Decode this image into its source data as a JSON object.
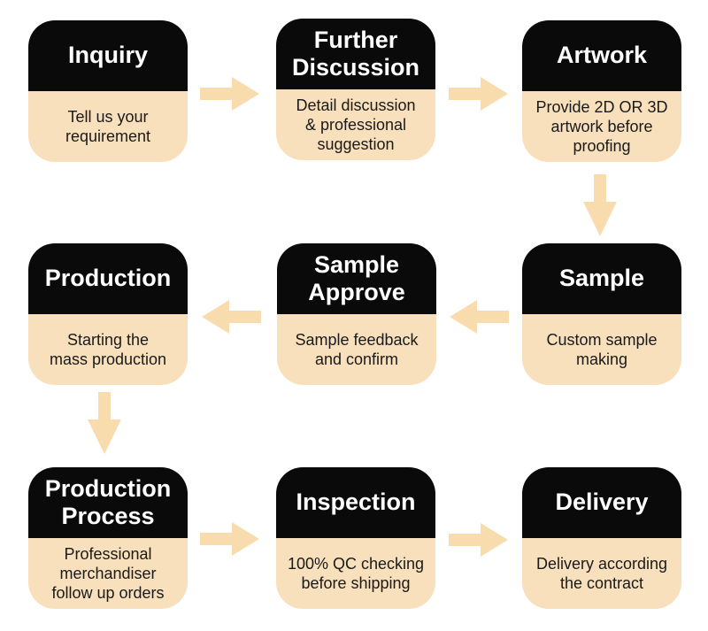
{
  "colors": {
    "page_bg": "#ffffff",
    "header_bg": "#0a0a0a",
    "body_bg": "#f8e0bc",
    "arrow": "#f9dcae",
    "title_text": "#ffffff",
    "body_text": "#1a1a1a"
  },
  "steps": [
    {
      "id": "inquiry",
      "title": "Inquiry",
      "description": "Tell us your\nrequirement"
    },
    {
      "id": "further-discussion",
      "title": "Further\nDiscussion",
      "description": "Detail discussion\n& professional\nsuggestion"
    },
    {
      "id": "artwork",
      "title": "Artwork",
      "description": "Provide 2D OR 3D\nartwork before\nproofing"
    },
    {
      "id": "production",
      "title": "Production",
      "description": "Starting the\nmass production"
    },
    {
      "id": "sample-approve",
      "title": "Sample\nApprove",
      "description": "Sample feedback\nand confirm"
    },
    {
      "id": "sample",
      "title": "Sample",
      "description": "Custom sample\nmaking"
    },
    {
      "id": "production-process",
      "title": "Production\nProcess",
      "description": "Professional\nmerchandiser\nfollow up orders"
    },
    {
      "id": "inspection",
      "title": "Inspection",
      "description": "100% QC checking\nbefore shipping"
    },
    {
      "id": "delivery",
      "title": "Delivery",
      "description": "Delivery according\nthe contract"
    }
  ],
  "arrows": [
    {
      "from": "Inquiry",
      "to": "Further Discussion",
      "direction": "right"
    },
    {
      "from": "Further Discussion",
      "to": "Artwork",
      "direction": "right"
    },
    {
      "from": "Artwork",
      "to": "Sample",
      "direction": "down"
    },
    {
      "from": "Sample",
      "to": "Sample Approve",
      "direction": "left"
    },
    {
      "from": "Sample Approve",
      "to": "Production",
      "direction": "left"
    },
    {
      "from": "Production",
      "to": "Production Process",
      "direction": "down"
    },
    {
      "from": "Production Process",
      "to": "Inspection",
      "direction": "right"
    },
    {
      "from": "Inspection",
      "to": "Delivery",
      "direction": "right"
    }
  ]
}
